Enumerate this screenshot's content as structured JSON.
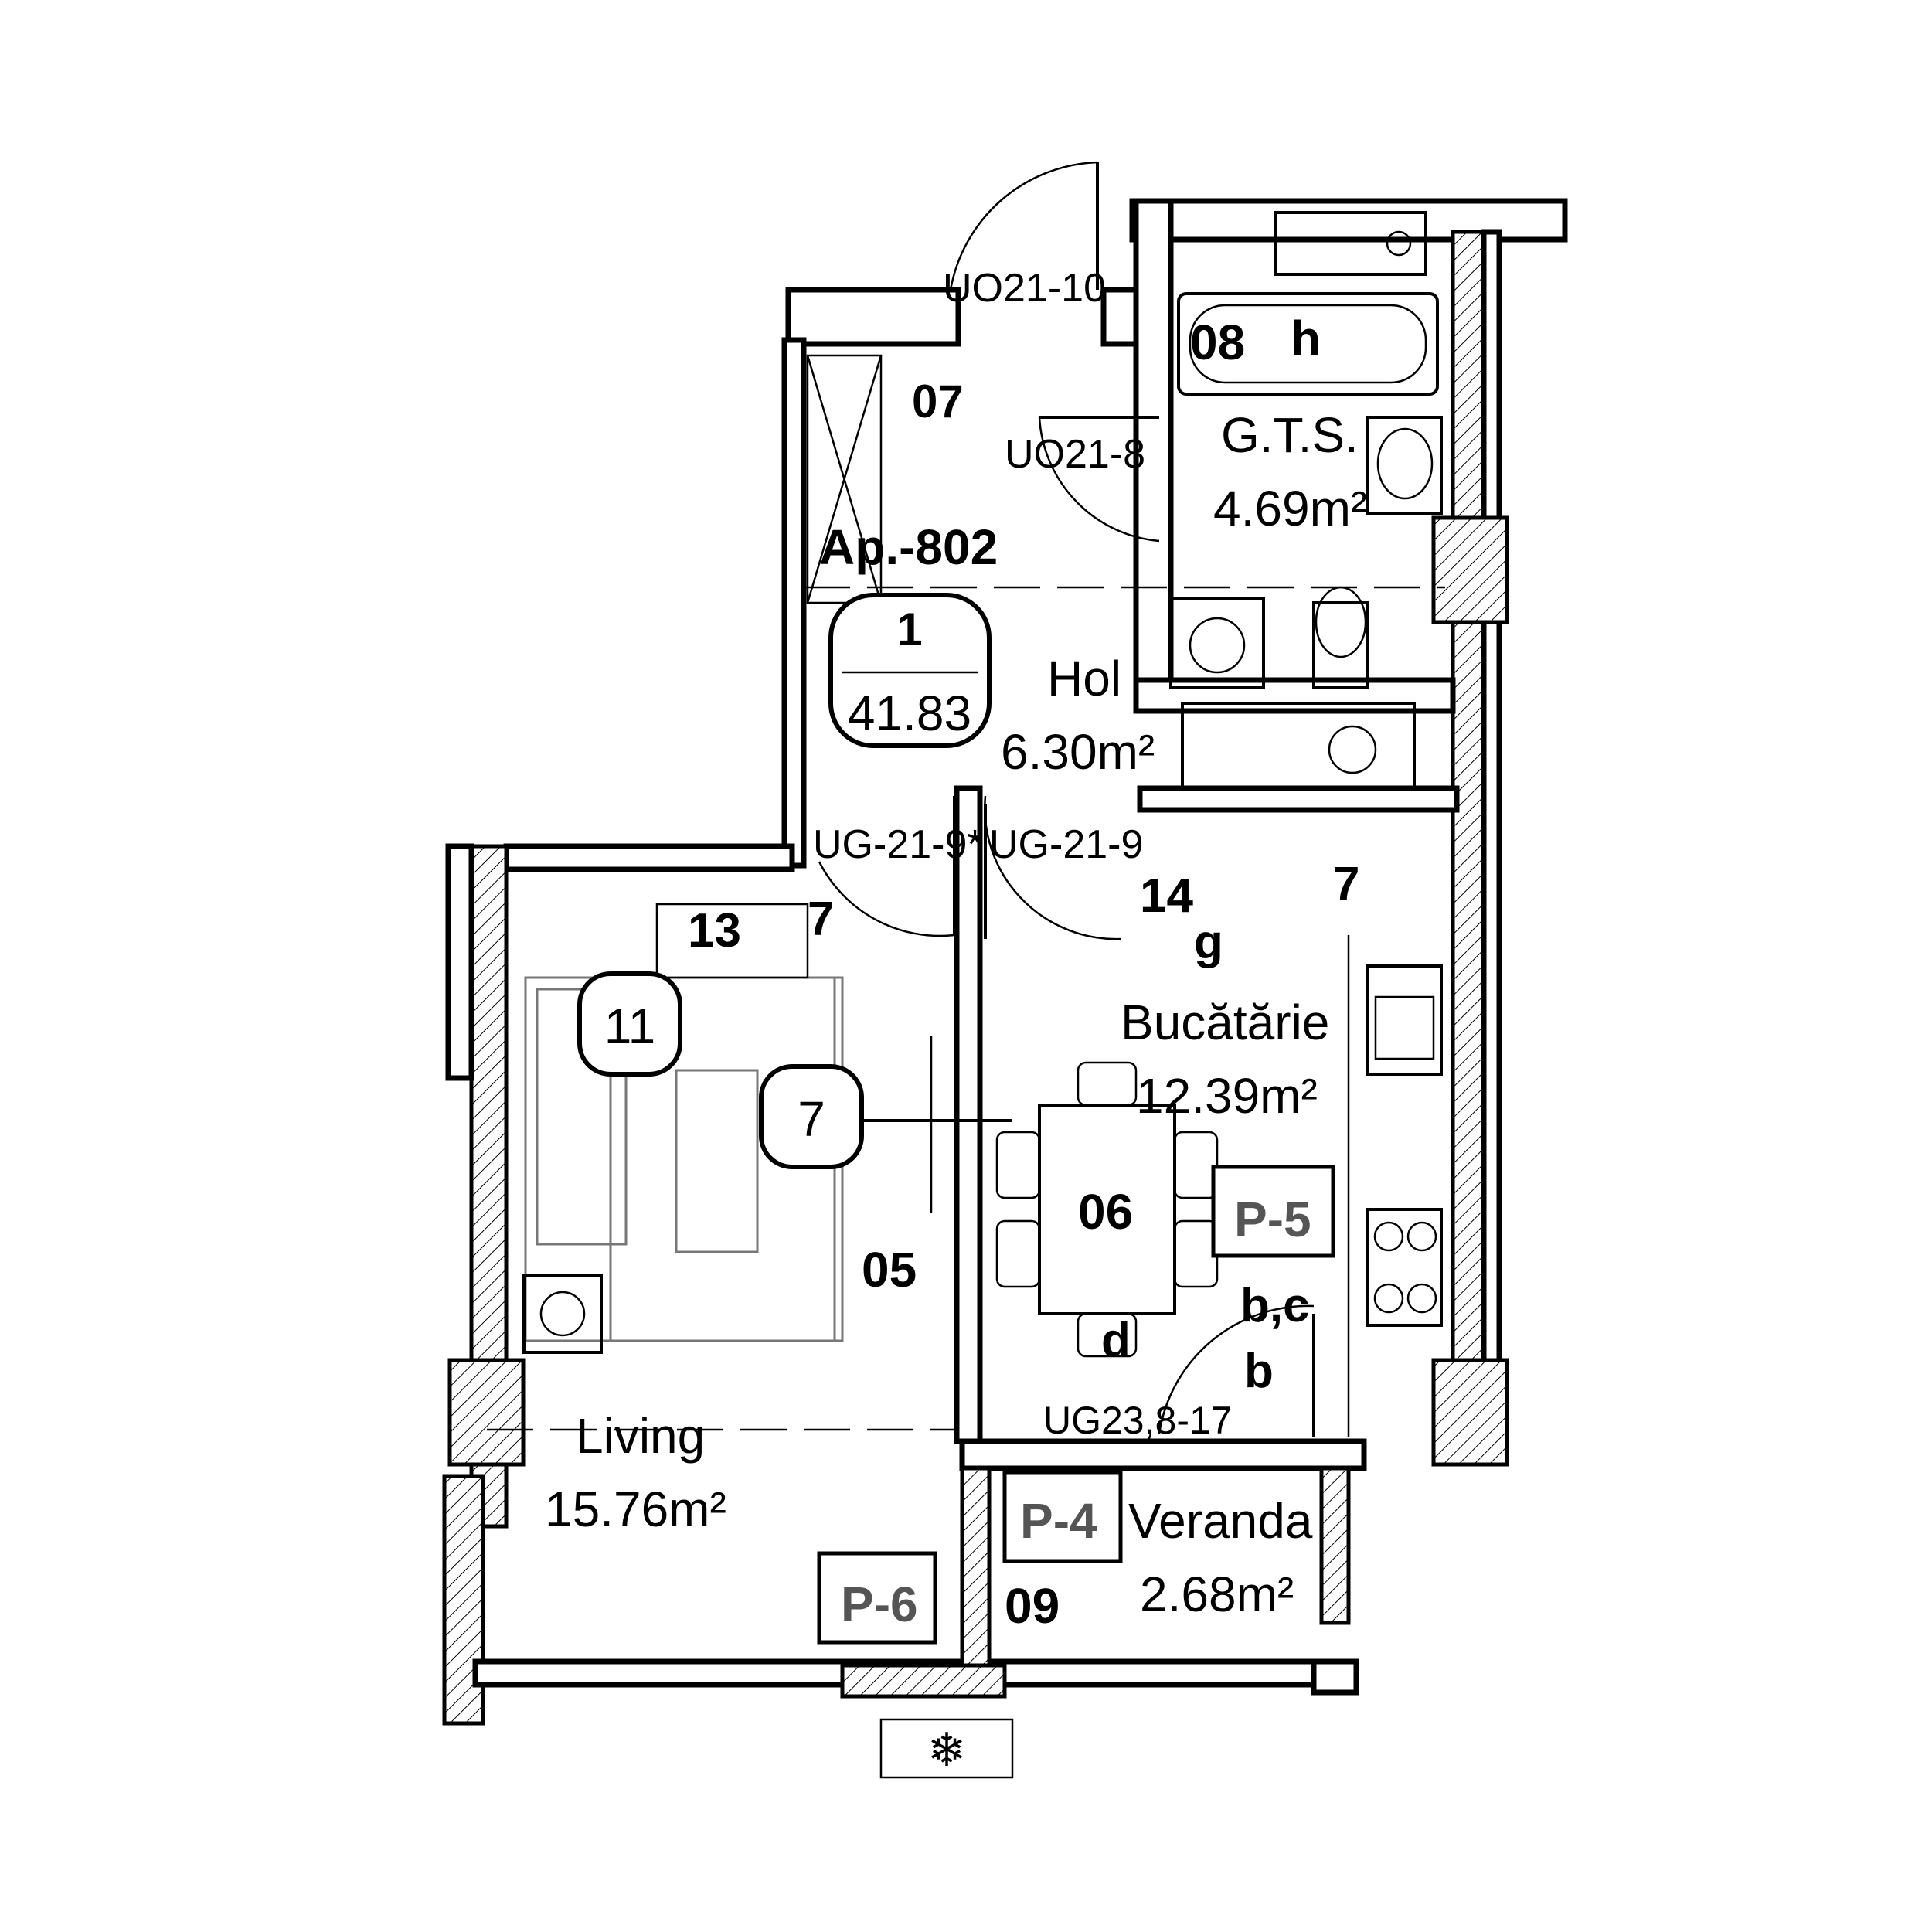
{
  "apartment": {
    "name": "Ap.-802",
    "tag_number": "1",
    "tag_area": "41.83"
  },
  "rooms": {
    "gts": {
      "name": "G.T.S.",
      "area": "4.69m²",
      "code": "08"
    },
    "hol": {
      "name": "Hol",
      "area": "6.30m²",
      "code": "07"
    },
    "bucatarie": {
      "name": "Bucătărie",
      "area": "12.39m²",
      "code": "06"
    },
    "living": {
      "name": "Living",
      "area": "15.76m²",
      "code": "05"
    },
    "veranda": {
      "name": "Veranda",
      "area": "2.68m²",
      "code": "09"
    }
  },
  "doors": {
    "entrance": "UO21-10",
    "bath": "UO21-8",
    "living": "UG-21-9*",
    "kitchen": "UG-21-9",
    "balcony": "UG23,8-17"
  },
  "panels": {
    "p4": "P-4",
    "p5": "P-5",
    "p6": "P-6"
  },
  "circle_tags": {
    "sofa": "11",
    "table": "7"
  },
  "labels": {
    "h": "h",
    "n13": "13",
    "n7a": "7",
    "n7b": "7",
    "n14": "14",
    "g": "g",
    "bc": "b,c",
    "b": "b",
    "d": "d"
  }
}
